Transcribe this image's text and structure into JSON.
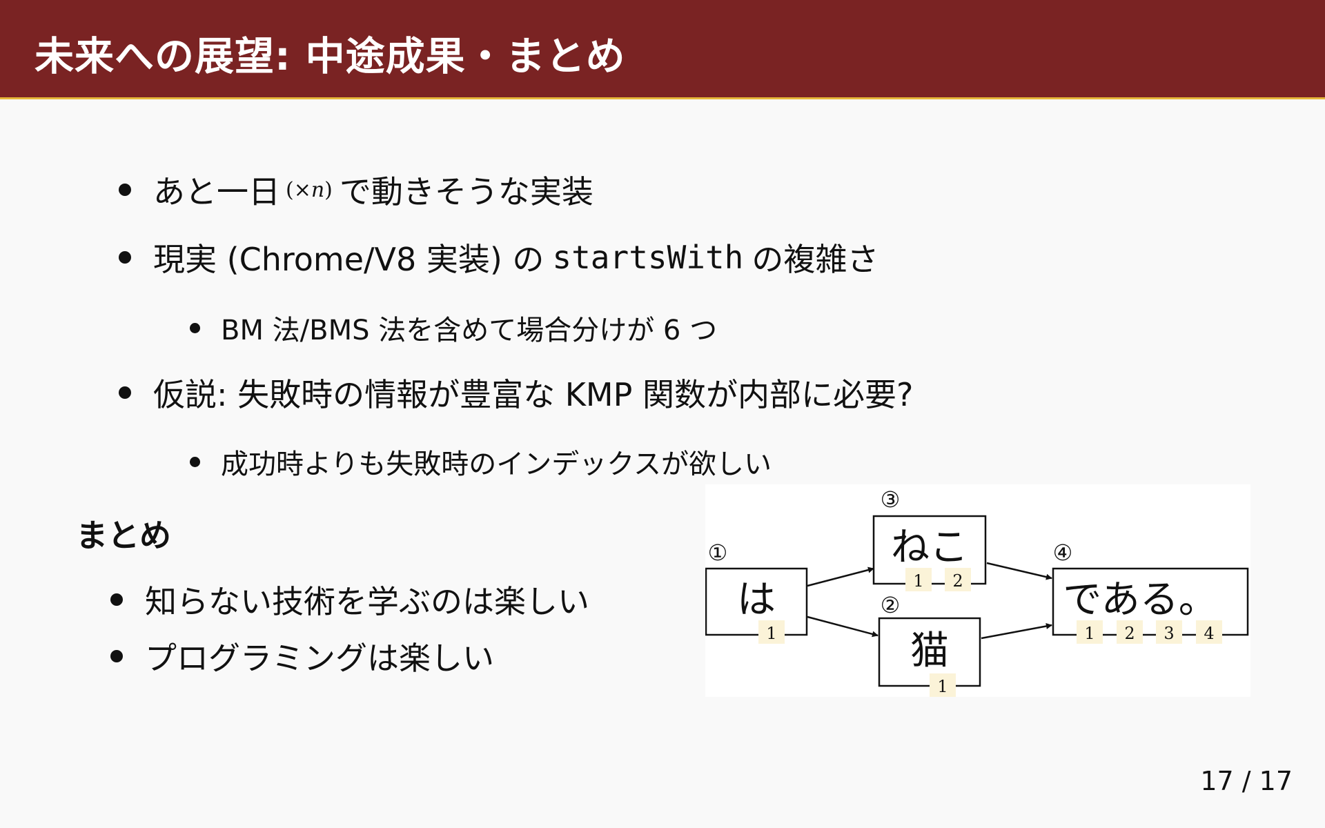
{
  "header": {
    "title": "未来への展望: 中途成果・まとめ"
  },
  "outlook": {
    "items": [
      {
        "before": "あと一日",
        "math_open": "(×",
        "math_var": "n",
        "math_close": ")",
        "after": "で動きそうな実装"
      },
      {
        "before": "現実 (Chrome/V8 実装) の",
        "code": "startsWith",
        "after": "の複雑さ"
      },
      {
        "text": "BM 法/BMS 法を含めて場合分けが 6 つ"
      },
      {
        "text": "仮説: 失敗時の情報が豊富な KMP 関数が内部に必要?"
      },
      {
        "text": "成功時よりも失敗時のインデックスが欲しい"
      }
    ]
  },
  "summary": {
    "heading": "まとめ",
    "items": [
      {
        "text": "知らない技術を学ぶのは楽しい"
      },
      {
        "text": "プログラミングは楽しい"
      }
    ]
  },
  "diagram": {
    "nodes": [
      {
        "circled": "①",
        "text": "は",
        "indices": [
          "1"
        ]
      },
      {
        "circled": "②",
        "text": "猫",
        "indices": [
          "1"
        ]
      },
      {
        "circled": "③",
        "text": "ねこ",
        "indices": [
          "1",
          "2"
        ]
      },
      {
        "circled": "④",
        "text": "である。",
        "indices": [
          "1",
          "2",
          "3",
          "4"
        ]
      }
    ]
  },
  "footer": {
    "page": "17 / 17"
  }
}
